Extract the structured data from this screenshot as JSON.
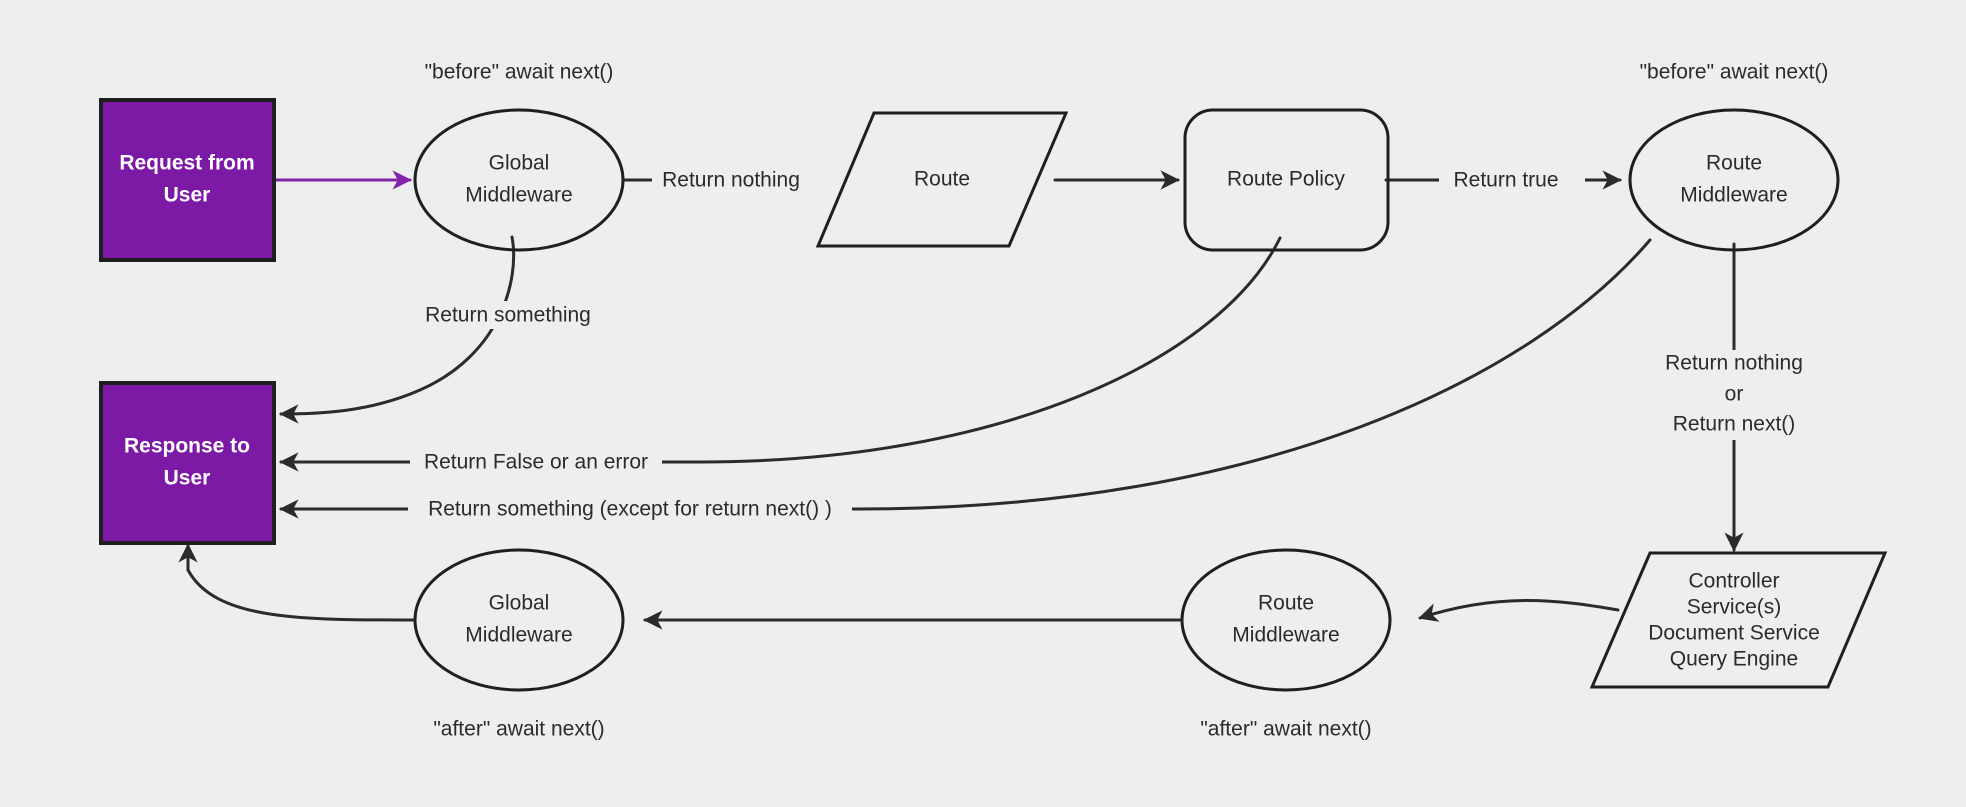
{
  "diagram": {
    "title": "Request / Response middleware pipeline flowchart",
    "background_color": "#eeeeee",
    "accent_color": "#7d1aa5",
    "stroke_color": "#2b2b2b"
  },
  "nodes": {
    "request_box": {
      "line1": "Request from",
      "line2": "User"
    },
    "response_box": {
      "line1": "Response to",
      "line2": "User"
    },
    "global_middleware_top": {
      "line1": "Global",
      "line2": "Middleware"
    },
    "route": {
      "line1": "Route"
    },
    "route_policy": {
      "line1": "Route Policy"
    },
    "route_middleware_top": {
      "line1": "Route",
      "line2": "Middleware"
    },
    "controller": {
      "line1": "Controller",
      "line2": "Service(s)",
      "line3": "Document Service",
      "line4": "Query Engine"
    },
    "route_middleware_bottom": {
      "line1": "Route",
      "line2": "Middleware"
    },
    "global_middleware_bottom": {
      "line1": "Global",
      "line2": "Middleware"
    }
  },
  "annotations": {
    "before_await_next_global": "\"before\" await next()",
    "before_await_next_route": "\"before\" await next()",
    "after_await_next_global": "\"after\" await next()",
    "after_await_next_route": "\"after\" await next()"
  },
  "edge_labels": {
    "request_to_global": "",
    "global_to_route": "Return nothing",
    "policy_to_route_middleware": "Return true",
    "global_return_something": "Return something",
    "policy_return_false": "Return False or an error",
    "route_mw_return_something": "Return something (except for return next() )",
    "route_mw_to_controller_1": "Return nothing",
    "route_mw_to_controller_2": "or",
    "route_mw_to_controller_3": "Return next()"
  }
}
